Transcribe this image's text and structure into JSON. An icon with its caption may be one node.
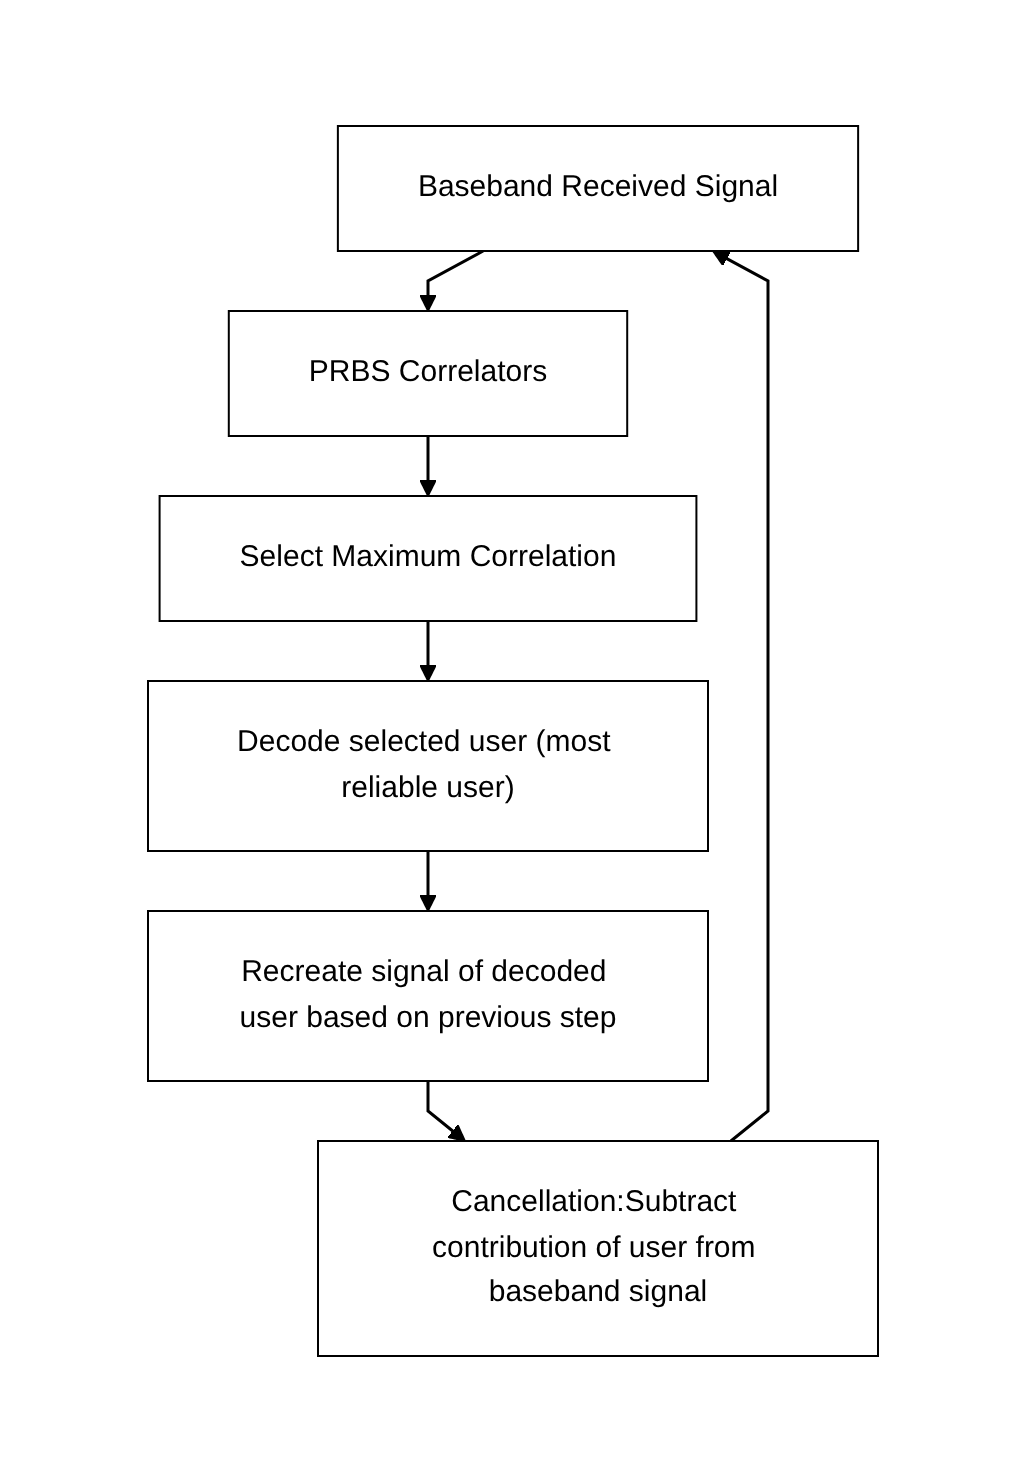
{
  "diagram": {
    "nodes": [
      {
        "text": [
          "Baseband Received Signal"
        ]
      },
      {
        "text": [
          "PRBS Correlators"
        ]
      },
      {
        "text": [
          "Select Maximum Correlation"
        ]
      },
      {
        "text": [
          "Decode selected user (most reliable user)"
        ]
      },
      {
        "text": [
          "Recreate signal of decoded user based on previous step"
        ]
      },
      {
        "text": [
          "Cancellation:Subtract contribution of user from baseband signal"
        ]
      }
    ],
    "edges": [
      {
        "from": 0,
        "to": 1,
        "arrow": "to"
      },
      {
        "from": 1,
        "to": 2,
        "arrow": "to"
      },
      {
        "from": 2,
        "to": 3,
        "arrow": "to"
      },
      {
        "from": 3,
        "to": 4,
        "arrow": "to"
      },
      {
        "from": 4,
        "to": 5,
        "arrow": "to"
      },
      {
        "from": 5,
        "to": 0,
        "arrow": "to"
      }
    ]
  }
}
